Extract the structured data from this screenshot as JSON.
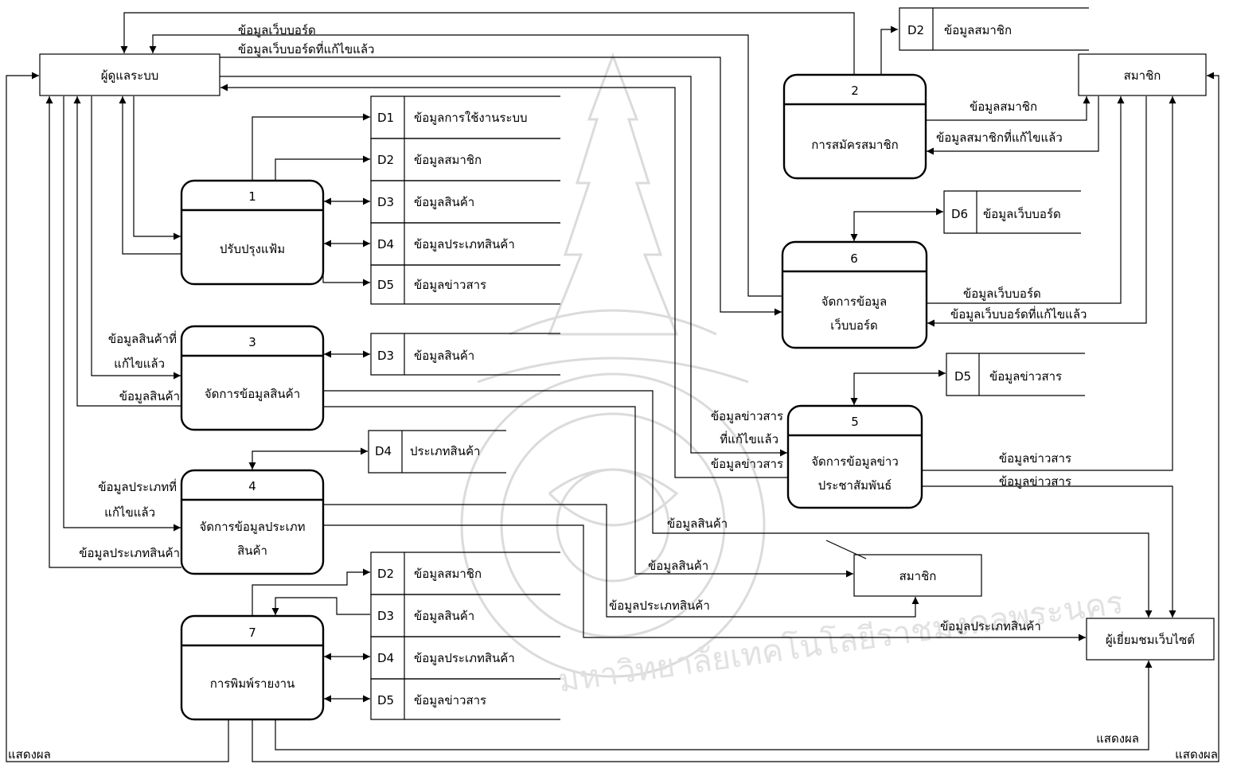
{
  "entities": {
    "admin": "ผู้ดูแลระบบ",
    "member_top": "สมาชิก",
    "member_bottom": "สมาชิก",
    "visitor": "ผู้เยี่ยมชมเว็บไซต์"
  },
  "processes": [
    {
      "num": "1",
      "line1": "ปรับปรุงแฟ้ม",
      "line2": ""
    },
    {
      "num": "2",
      "line1": "การสมัครสมาชิก",
      "line2": ""
    },
    {
      "num": "3",
      "line1": "จัดการข้อมูลสินค้า",
      "line2": ""
    },
    {
      "num": "4",
      "line1": "จัดการข้อมูลประเภท",
      "line2": "สินค้า"
    },
    {
      "num": "5",
      "line1": "จัดการข้อมูลข่าว",
      "line2": "ประชาสัมพันธ์"
    },
    {
      "num": "6",
      "line1": "จัดการข้อมูล",
      "line2": "เว็บบอร์ด"
    },
    {
      "num": "7",
      "line1": "การพิมพ์รายงาน",
      "line2": ""
    }
  ],
  "stores": [
    {
      "id": "D1",
      "name": "ข้อมูลการใช้งานระบบ"
    },
    {
      "id": "D2",
      "name": "ข้อมูลสมาชิก"
    },
    {
      "id": "D3",
      "name": "ข้อมูลสินค้า"
    },
    {
      "id": "D4",
      "name": "ข้อมูลประเภทสินค้า"
    },
    {
      "id": "D5",
      "name": "ข้อมูลข่าวสาร"
    },
    {
      "id": "D3",
      "name": "ข้อมูลสินค้า"
    },
    {
      "id": "D4",
      "name": "ประเภทสินค้า"
    },
    {
      "id": "D2",
      "name": "ข้อมูลสมาชิก"
    },
    {
      "id": "D3",
      "name": "ข้อมูลสินค้า"
    },
    {
      "id": "D4",
      "name": "ข้อมูลประเภทสินค้า"
    },
    {
      "id": "D5",
      "name": "ข้อมูลข่าวสาร"
    },
    {
      "id": "D2",
      "name": "ข้อมูลสมาชิก"
    },
    {
      "id": "D6",
      "name": "ข้อมูลเว็บบอร์ด"
    },
    {
      "id": "D5",
      "name": "ข้อมูลข่าวสาร"
    }
  ],
  "flows": [
    "ข้อมูลเว็บบอร์ด",
    "ข้อมูลเว็บบอร์ดที่แก้ไขแล้ว",
    "ข้อมูลสมาชิก",
    "ข้อมูลสมาชิกที่แก้ไขแล้ว",
    "ข้อมูลเว็บบอร์ด",
    "ข้อมูลเว็บบอร์ดที่แก้ไขแล้ว",
    "ข้อมูลสินค้าที่",
    "แก้ไขแล้ว",
    "ข้อมูลสินค้า",
    "ข้อมูลข่าวสาร",
    "ที่แก้ไขแล้ว",
    "ข้อมูลข่าวสาร",
    "ข้อมูลข่าวสาร",
    "ข้อมูลข่าวสาร",
    "ข้อมูลประเภทที่",
    "แก้ไขแล้ว",
    "ข้อมูลประเภทสินค้า",
    "ข้อมูลสินค้า",
    "ข้อมูลสินค้า",
    "ข้อมูลประเภทสินค้า",
    "ข้อมูลประเภทสินค้า",
    "แสดงผล",
    "แสดงผล",
    "แสดงผล"
  ]
}
